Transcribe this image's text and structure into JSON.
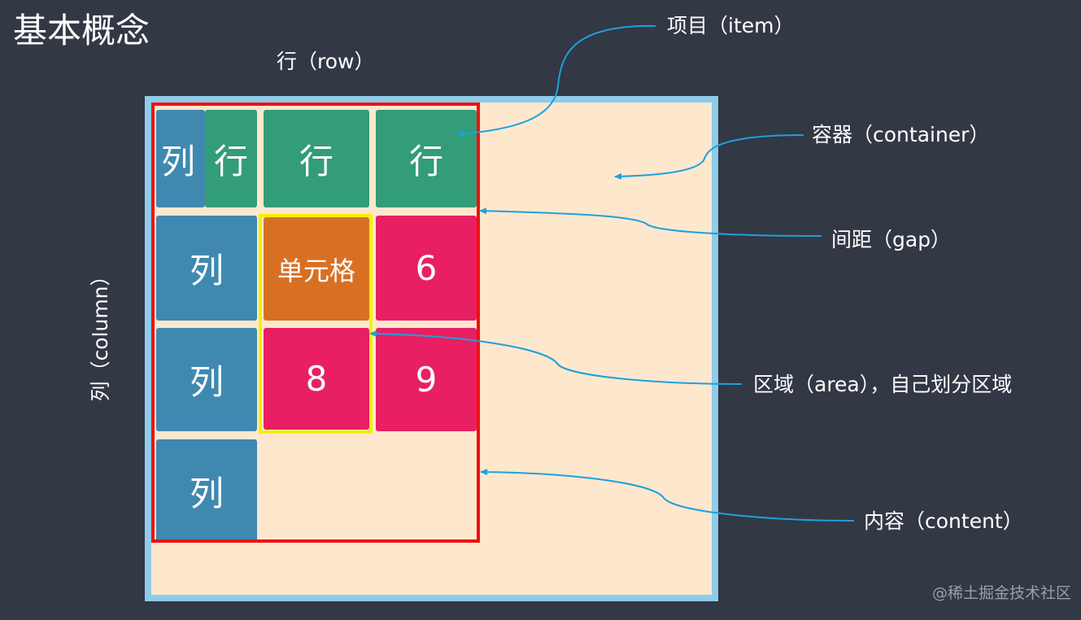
{
  "title": "基本概念",
  "row_label": "行（row）",
  "column_label": "列（column）",
  "callouts": {
    "item": "项目（item）",
    "container": "容器（container）",
    "gap": "间距（gap）",
    "area": "区域（area），自己划分区域",
    "content": "内容（content）"
  },
  "cells": {
    "col_top": "列",
    "row_a": "行",
    "row_b": "行",
    "row_c": "行",
    "col_1": "列",
    "grid_cell": "单元格",
    "num_6": "6",
    "col_2": "列",
    "num_8": "8",
    "num_9": "9",
    "col_3": "列"
  },
  "watermark": "@稀土掘金技术社区",
  "colors": {
    "background": "#323844",
    "container_fill": "#fde8ce",
    "container_border": "#8fcbea",
    "row_item": "#339c79",
    "column_item": "#3f89b1",
    "cell_item": "#d87024",
    "other_item": "#e81f63",
    "area_outline": "#f3f000",
    "content_outline": "#ee1111",
    "arrow": "#1ea0dc"
  }
}
